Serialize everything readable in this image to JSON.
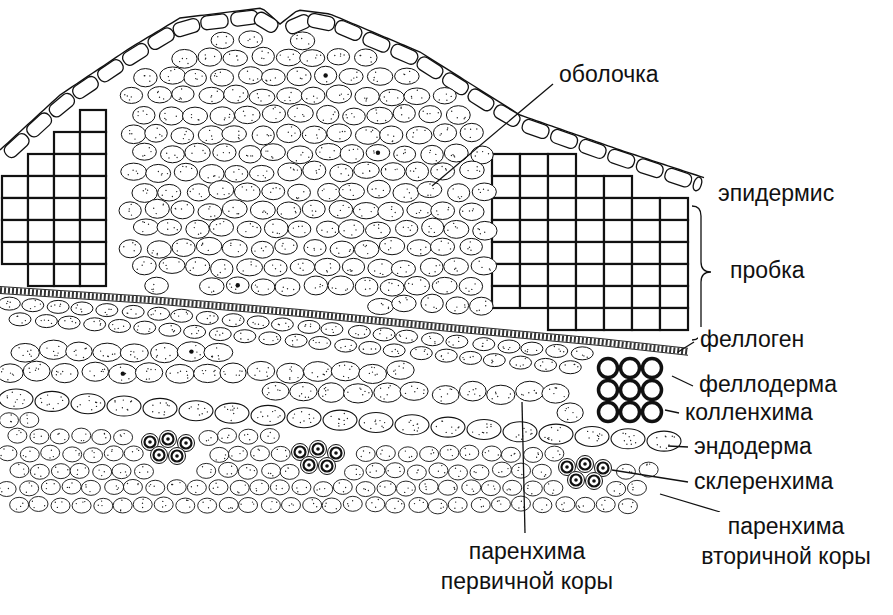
{
  "diagram": {
    "labels": [
      "оболочка",
      "эпидермис",
      "пробка",
      "феллоген",
      "феллодерма",
      "колленхима",
      "эндодерма",
      "склеренхима",
      "паренхима первичной коры",
      "паренхима вторичной коры"
    ]
  }
}
